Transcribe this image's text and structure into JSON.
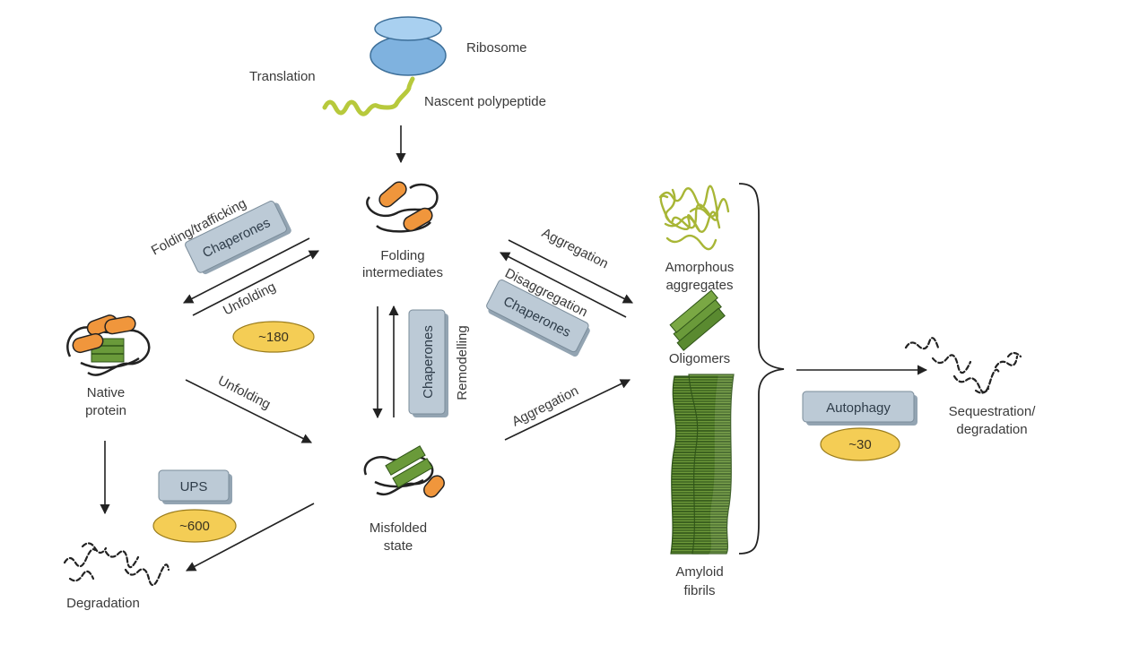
{
  "labels": {
    "ribosome": "Ribosome",
    "translation": "Translation",
    "nascent": "Nascent polypeptide",
    "folding1": "Folding",
    "folding2": "intermediates",
    "folding_trafficking": "Folding/trafficking",
    "unfolding_top": "Unfolding",
    "native1": "Native",
    "native2": "protein",
    "unfolding_mid": "Unfolding",
    "remodelling": "Remodelling",
    "misfolded1": "Misfolded",
    "misfolded2": "state",
    "aggregation_top": "Aggregation",
    "disaggregation": "Disaggregation",
    "aggregation_low": "Aggregation",
    "amorphous1": "Amorphous",
    "amorphous2": "aggregates",
    "oligomers": "Oligomers",
    "amyloid1": "Amyloid",
    "amyloid2": "fibrils",
    "sequestration1": "Sequestration/",
    "sequestration2": "degradation",
    "degradation": "Degradation"
  },
  "boxes": {
    "chaperones_left": "Chaperones",
    "chaperones_center": "Chaperones",
    "chaperones_right": "Chaperones",
    "ups": "UPS",
    "autophagy": "Autophagy"
  },
  "counts": {
    "c180": "~180",
    "c600": "~600",
    "c30": "~30"
  },
  "colors": {
    "ribosome_fill": "#8dc0e8",
    "box_fill": "#b9c9d6",
    "count_fill": "#f4cd55",
    "helix_orange": "#f0963c",
    "strand_green": "#6a9a3a",
    "fibril_green": "#4a7a2a",
    "polypeptide": "#b8c83a"
  }
}
